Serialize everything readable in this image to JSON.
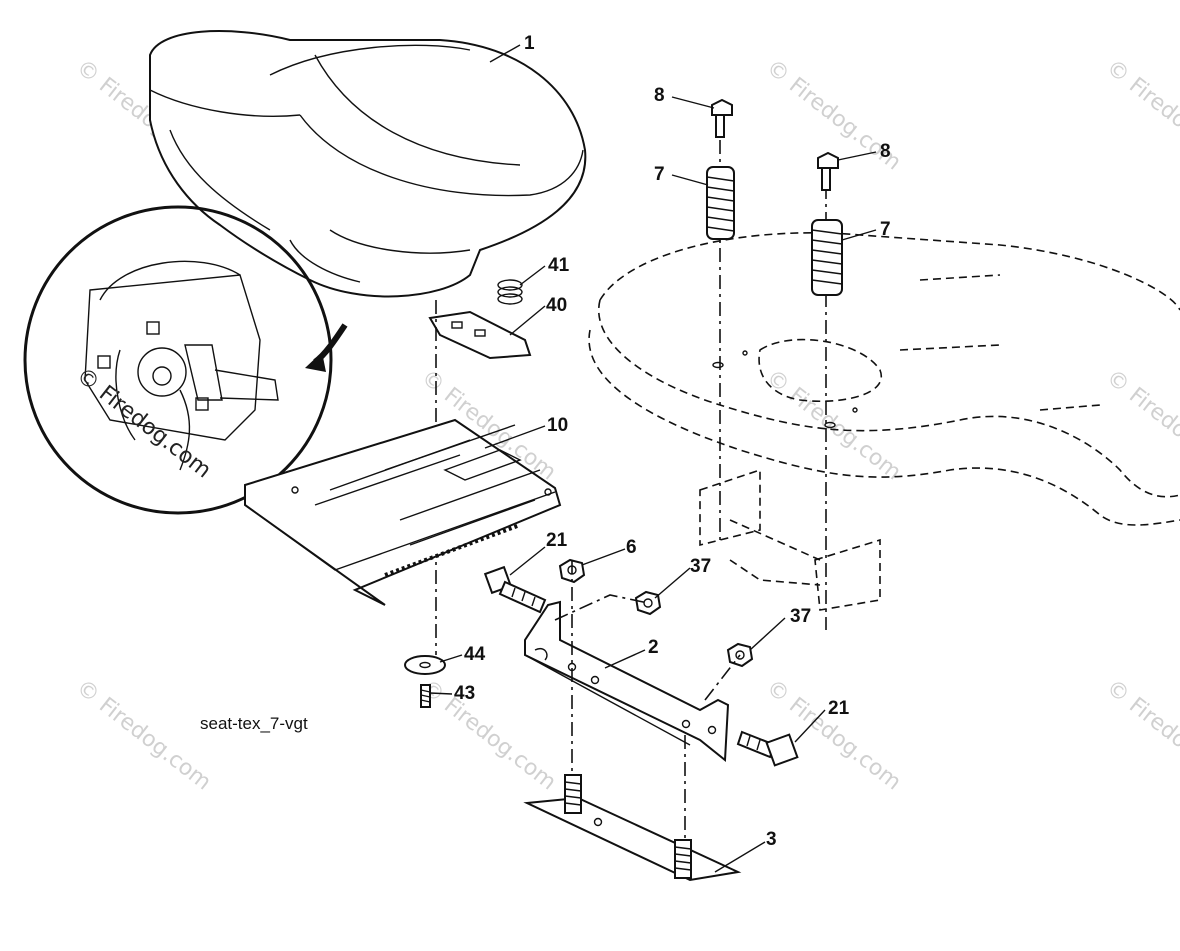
{
  "diagram": {
    "caption": "seat-tex_7-vgt",
    "watermark": "© Firedog.com",
    "inset_watermark": "© Firedog.com",
    "callouts": [
      {
        "id": "c1",
        "label": "1"
      },
      {
        "id": "c8a",
        "label": "8"
      },
      {
        "id": "c8b",
        "label": "8"
      },
      {
        "id": "c7a",
        "label": "7"
      },
      {
        "id": "c7b",
        "label": "7"
      },
      {
        "id": "c41",
        "label": "41"
      },
      {
        "id": "c40",
        "label": "40"
      },
      {
        "id": "c10",
        "label": "10"
      },
      {
        "id": "c21a",
        "label": "21"
      },
      {
        "id": "c6",
        "label": "6"
      },
      {
        "id": "c37a",
        "label": "37"
      },
      {
        "id": "c37b",
        "label": "37"
      },
      {
        "id": "c2",
        "label": "2"
      },
      {
        "id": "c44",
        "label": "44"
      },
      {
        "id": "c43",
        "label": "43"
      },
      {
        "id": "c21b",
        "label": "21"
      },
      {
        "id": "c3",
        "label": "3"
      }
    ]
  }
}
